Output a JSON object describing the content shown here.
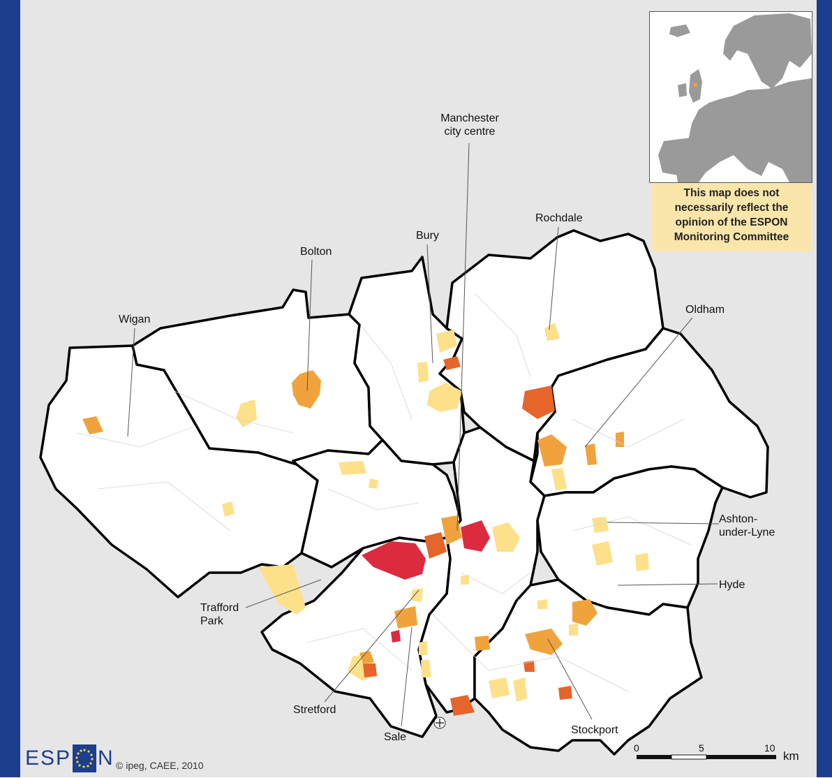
{
  "colors": {
    "background": "#e6e6e6",
    "frame_blue": "#1d3d8f",
    "area_white": "#ffffff",
    "class_light": "#fde08a",
    "class_orange": "#f0a33c",
    "class_darkorange": "#e5652a",
    "class_red": "#dc2b3f",
    "disclaimer_bg": "#fae6aa"
  },
  "places": [
    {
      "key": "manchester",
      "label": "Manchester city centre"
    },
    {
      "key": "wigan",
      "label": "Wigan"
    },
    {
      "key": "bolton",
      "label": "Bolton"
    },
    {
      "key": "bury",
      "label": "Bury"
    },
    {
      "key": "rochdale",
      "label": "Rochdale"
    },
    {
      "key": "oldham",
      "label": "Oldham"
    },
    {
      "key": "ashton",
      "label": "Ashton-under-Lyne"
    },
    {
      "key": "hyde",
      "label": "Hyde"
    },
    {
      "key": "trafford",
      "label": "Trafford Park"
    },
    {
      "key": "stretford",
      "label": "Stretford"
    },
    {
      "key": "sale",
      "label": "Sale"
    },
    {
      "key": "stockport",
      "label": "Stockport"
    }
  ],
  "labels": {
    "manchester_l1": "Manchester",
    "manchester_l2": "city centre",
    "wigan": "Wigan",
    "bolton": "Bolton",
    "bury": "Bury",
    "rochdale": "Rochdale",
    "oldham": "Oldham",
    "ashton_l1": "Ashton-",
    "ashton_l2": "under-Lyne",
    "hyde": "Hyde",
    "trafford_l1": "Trafford",
    "trafford_l2": "Park",
    "stretford": "Stretford",
    "sale": "Sale",
    "stockport": "Stockport"
  },
  "disclaimer": {
    "line1": "This map does not",
    "line2": "necessarily reflect the",
    "line3": "opinion of the ESPON",
    "line4": "Monitoring Committee"
  },
  "logo": {
    "text_left": "ESP",
    "text_right": "N"
  },
  "copyright": "© ipeg, CAEE, 2010",
  "scale": {
    "t0": "0",
    "t5": "5",
    "t10": "10",
    "unit": "km"
  }
}
